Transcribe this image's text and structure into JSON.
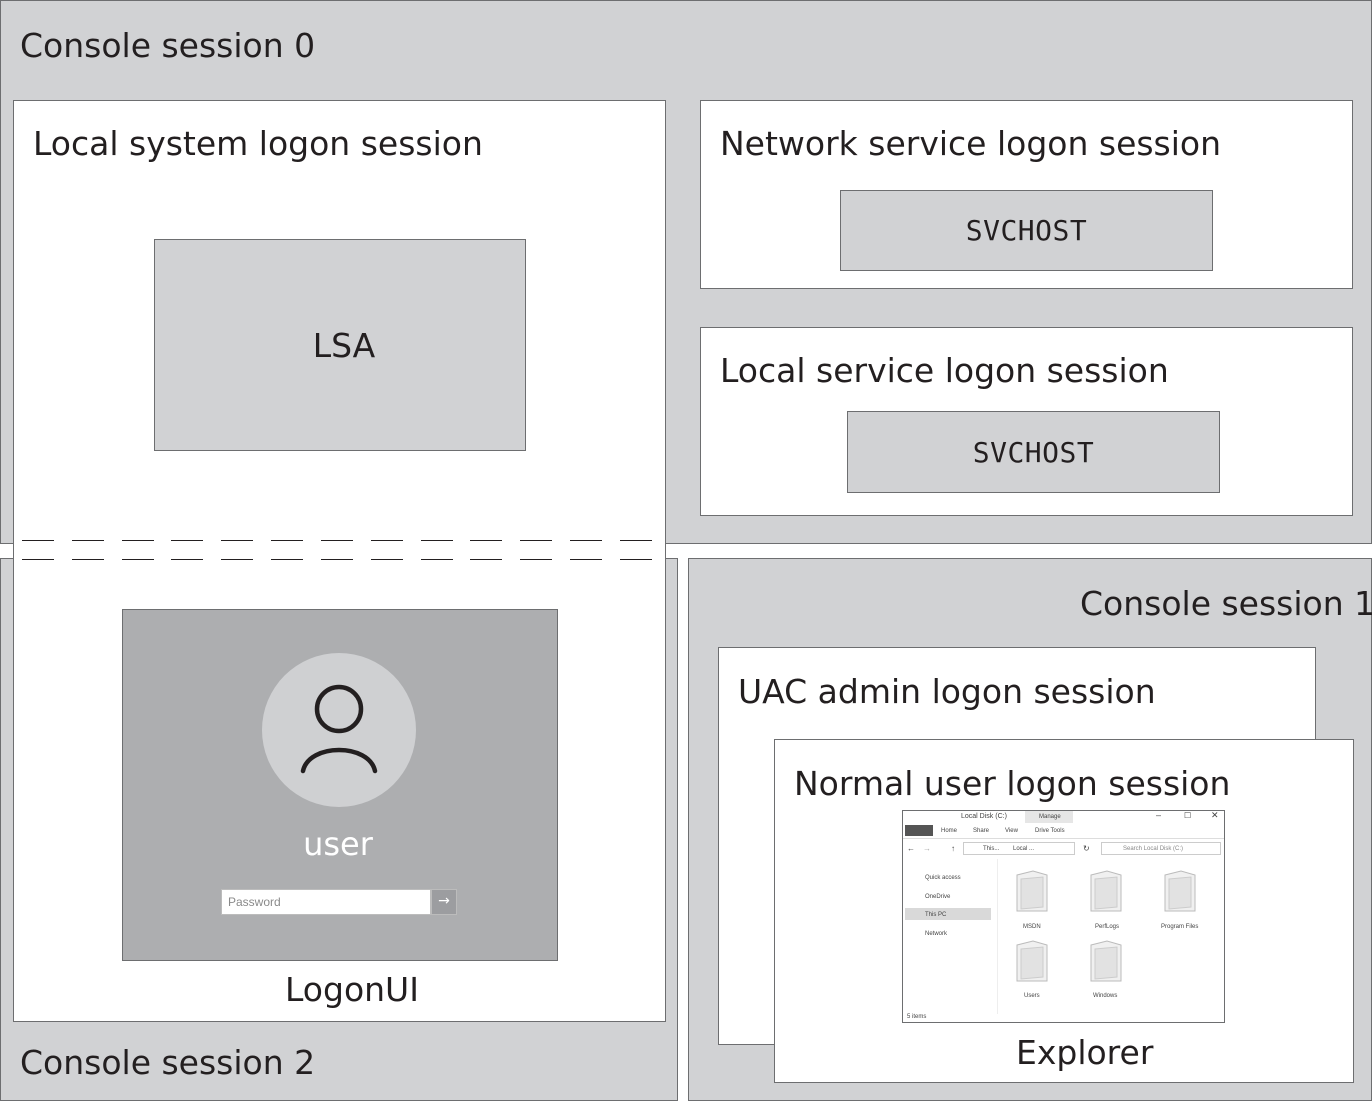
{
  "console_session_0": {
    "label": "Console session 0"
  },
  "console_session_1": {
    "label": "Console session 1"
  },
  "console_session_2": {
    "label": "Console session 2"
  },
  "local_system": {
    "label": "Local system logon session",
    "process": "LSA"
  },
  "network_service": {
    "label": "Network service logon session",
    "process": "SVCHOST"
  },
  "local_service": {
    "label": "Local service logon session",
    "process": "SVCHOST"
  },
  "logonui": {
    "caption": "LogonUI",
    "username": "user",
    "password_placeholder": "Password",
    "submit_glyph": "→"
  },
  "uac_admin": {
    "label": "UAC admin logon session"
  },
  "normal_user": {
    "label": "Normal user logon session",
    "caption": "Explorer"
  },
  "explorer": {
    "title": "Local Disk (C:)",
    "context_tab": "Manage",
    "ribbon_tabs": [
      "Home",
      "Share",
      "View",
      "Drive Tools"
    ],
    "path": [
      "This...",
      "Local ..."
    ],
    "search_placeholder": "Search Local Disk (C:)",
    "nav": [
      "Quick access",
      "OneDrive",
      "This PC",
      "Network"
    ],
    "folders": [
      "MSDN",
      "PerfLogs",
      "Program Files",
      "Users",
      "Windows"
    ],
    "status": "5 items"
  }
}
